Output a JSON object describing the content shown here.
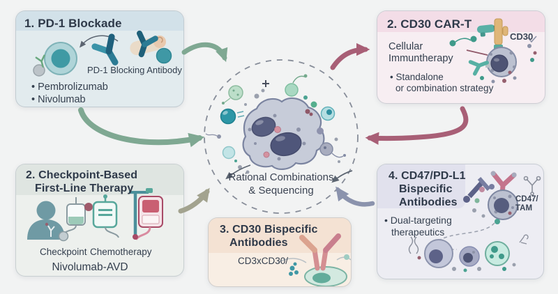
{
  "panels": {
    "pd1": {
      "title": "1. PD-1 Blockade",
      "caption": "PD-1 Blocking Antibody",
      "bullets": [
        "• Pembrolizumab",
        "• Nivolumab"
      ]
    },
    "cart": {
      "title": "2. CD30 CAR-T",
      "line1": "Cellular",
      "line2": "Immuntherapy",
      "bullet1": "• Standalone",
      "bullet2": "or combination strategy",
      "cd30_label": "CD30"
    },
    "firstline": {
      "title1": "2. Checkpoint-Based",
      "title2": "First-Line Therapy",
      "label_checkpoint": "Checkpoint",
      "label_chemo": "Chemotherapy",
      "caption": "Nivolumab-AVD"
    },
    "cd30_bispecific": {
      "title1": "3. CD30 Bispecific",
      "title2": "Antibodies",
      "caption": "CD3xCD30/"
    },
    "cd47": {
      "title1": "4. CD47/PD-L1",
      "title2": "Bispecific",
      "title3": "Antibodies",
      "bullet1": "• Dual-targeting",
      "bullet2": "therapeutics",
      "label1": "CD47/",
      "label2": "TAM"
    }
  },
  "center": {
    "line1": "Rational Combinations",
    "line2": "& Sequencing"
  },
  "colors": {
    "canvas_bg": "#f2f3f3",
    "arrow_green": "#7fa892",
    "arrow_maroon": "#a85f76",
    "arrow_olive": "#a3a38f",
    "arrow_slate": "#8b93ad",
    "panel_pd1_bg": "#e2ebee",
    "panel_cart_bg": "#f7eef2",
    "panel_firstline_bg": "#edf0ed",
    "panel_cd30bi_bg": "#f8eee4",
    "panel_cd47_bg": "#ededf3",
    "text": "#343f4e"
  }
}
